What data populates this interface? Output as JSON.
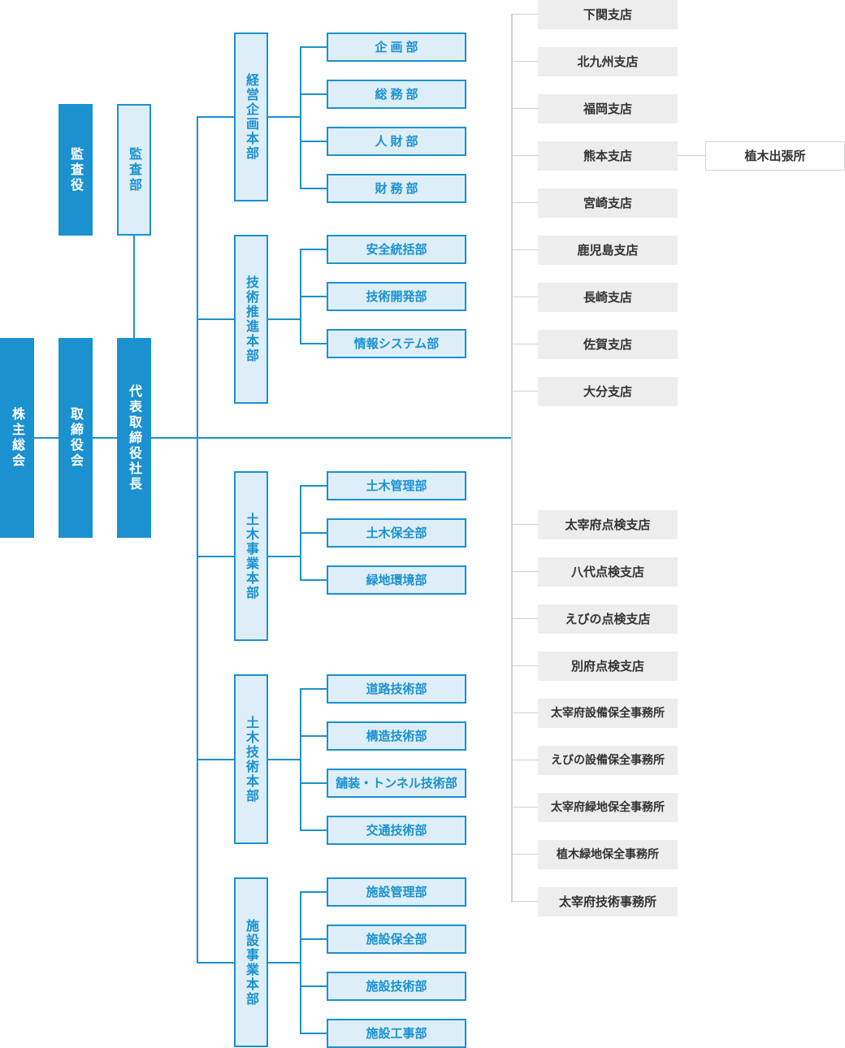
{
  "top": {
    "shareholders": "株主総会",
    "board": "取締役会",
    "auditor": "監査役",
    "president": "代表取締役社長",
    "audit_dept": "監査部"
  },
  "headquarters": [
    {
      "name": "経営企画本部",
      "departments": [
        "企画部",
        "総務部",
        "人財部",
        "財務部"
      ]
    },
    {
      "name": "技術推進本部",
      "departments": [
        "安全統括部",
        "技術開発部",
        "情報システム部"
      ]
    },
    {
      "name": "土木事業本部",
      "departments": [
        "土木管理部",
        "土木保全部",
        "緑地環境部"
      ]
    },
    {
      "name": "土木技術本部",
      "departments": [
        "道路技術部",
        "構造技術部",
        "舗装・トンネル技術部",
        "交通技術部"
      ]
    },
    {
      "name": "施設事業本部",
      "departments": [
        "施設管理部",
        "施設保全部",
        "施設技術部",
        "施設工事部"
      ]
    }
  ],
  "branches": [
    "下関支店",
    "北九州支店",
    "福岡支店",
    "熊本支店",
    "宮崎支店",
    "鹿児島支店",
    "長崎支店",
    "佐賀支店",
    "大分支店"
  ],
  "branch_office": "植木出張所",
  "inspection_offices": [
    "太宰府点検支店",
    "八代点検支店",
    "えびの点検支店",
    "別府点検支店",
    "太宰府設備保全事務所",
    "えびの設備保全事務所",
    "太宰府緑地保全事務所",
    "植木緑地保全事務所",
    "太宰府技術事務所"
  ],
  "colors": {
    "primary": "#1b91d0",
    "light": "#ddeef8",
    "gray": "#ededed",
    "line_gray": "#cfcfcf"
  }
}
